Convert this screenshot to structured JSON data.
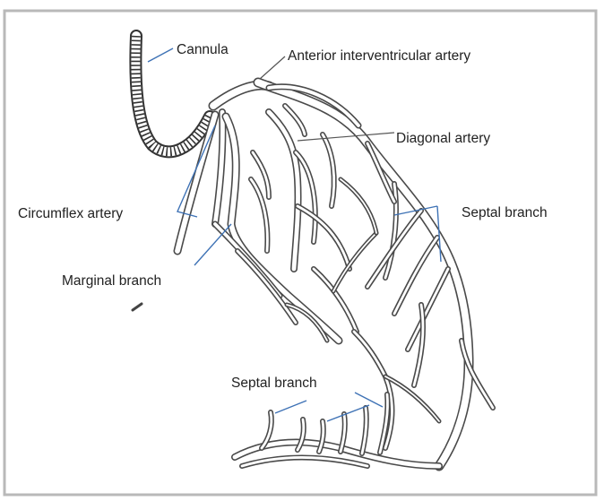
{
  "diagram": {
    "labels": {
      "cannula": "Cannula",
      "anterior_interventricular": "Anterior interventricular artery",
      "diagonal": "Diagonal artery",
      "circumflex": "Circumflex artery",
      "septal_right": "Septal branch",
      "marginal": "Marginal branch",
      "septal_bottom": "Septal branch"
    }
  }
}
